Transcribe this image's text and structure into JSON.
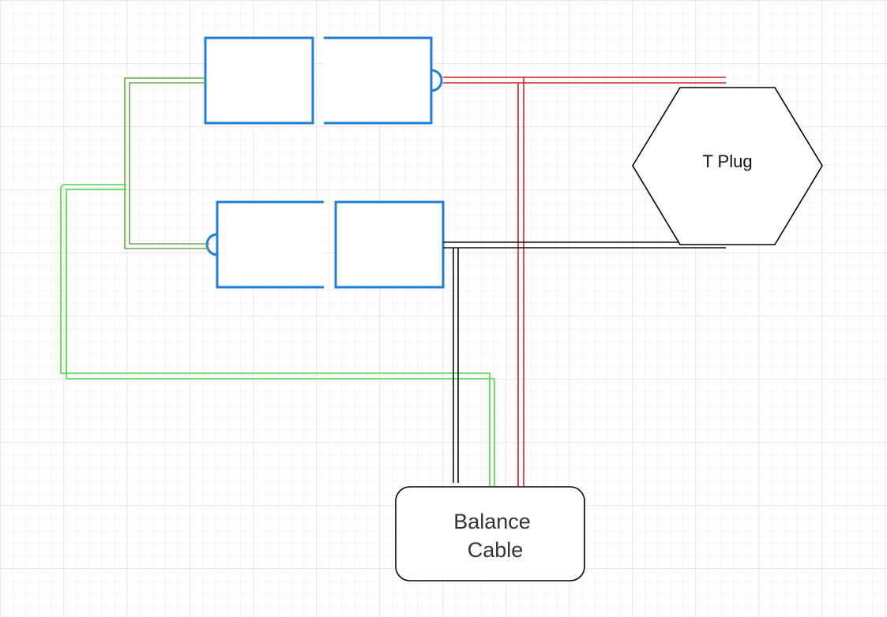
{
  "diagram": {
    "nodes": {
      "t_plug": {
        "label": "T Plug"
      },
      "balance_cable": {
        "label_line1": "Balance",
        "label_line2": "Cable"
      }
    },
    "colors": {
      "grid_minor": "#fbe3e3",
      "grid_major": "#f5c9c9",
      "cell_outline": "#1f7fd6",
      "wire_positive": "#d81f1f",
      "wire_negative": "#111111",
      "wire_series_link": "#6aa84f",
      "wire_balance": "#44d644",
      "shape_stroke": "#000000"
    }
  }
}
